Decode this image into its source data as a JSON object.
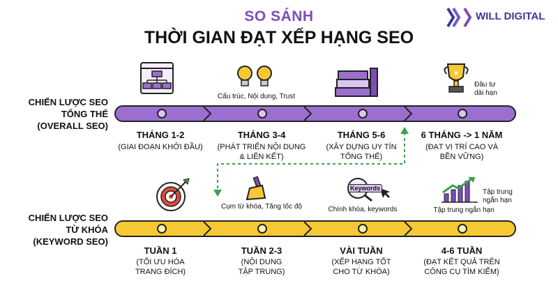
{
  "header": {
    "title_top": "SO SÁNH",
    "title_main": "THỜI GIAN ĐẠT XẾP HẠNG SEO"
  },
  "logo": {
    "text": "WILL DIGITAL",
    "color": "#3a3a9a"
  },
  "overall": {
    "label": [
      "CHIẾN LƯỢC SEO",
      "TỔNG THỂ",
      "(OVERALL SEO)"
    ],
    "bar_color": "#9b6fd0",
    "icon_notes": {
      "bulbs": "Cấu trúc, Nội dung, Trust",
      "trophy": [
        "Đầu tư",
        "dài hạn"
      ]
    },
    "stages": [
      {
        "title": "THÁNG 1-2",
        "sub": [
          "(GIAI ĐOẠN KHỞI ĐẦU)"
        ]
      },
      {
        "title": "THÁNG 3-4",
        "sub": [
          "(PHÁT TRIỂN NỘI DUNG",
          "& LIÊN KẾT)"
        ]
      },
      {
        "title": "THÁNG 5-6",
        "sub": [
          "(XÂY DỰNG UY TÍN",
          "TỔNG THỂ)"
        ]
      },
      {
        "title": "6 THÁNG -> 1 NĂM",
        "sub": [
          "(ĐẠT VỊ TRÍ CAO VÀ",
          "BỀN VỮNG)"
        ]
      }
    ]
  },
  "keyword": {
    "label": [
      "CHIẾN LƯỢC SEO",
      "TỪ KHÓA",
      "(KEYWORD SEO)"
    ],
    "bar_color": "#f6c934",
    "icon_notes": {
      "brush": "Cụm từ khóa, Tăng tốc độ",
      "magnifier": "Chính khóa, keywords",
      "magnifier_word": "Keywords",
      "chart": [
        "Tập trung",
        "ngắn hạn"
      ],
      "chart_below": "Tập trung ngắn hạn"
    },
    "stages": [
      {
        "title": "TUẦN 1",
        "sub": [
          "(TỐI ƯU HÓA",
          "TRANG ĐÍCH)"
        ]
      },
      {
        "title": "TUẦN 2-3",
        "sub": [
          "(NỘI DUNG",
          "TẬP TRUNG)"
        ]
      },
      {
        "title": "VÀI TUẦN",
        "sub": [
          "(XẾP HẠNG TỐT",
          "CHO TỪ KHÓA)"
        ]
      },
      {
        "title": "4-6 TUẦN",
        "sub": [
          "(ĐẠT KẾT QUẢ TRÊN",
          "CÔNG CỤ TÌM KIẾM)"
        ]
      }
    ]
  }
}
